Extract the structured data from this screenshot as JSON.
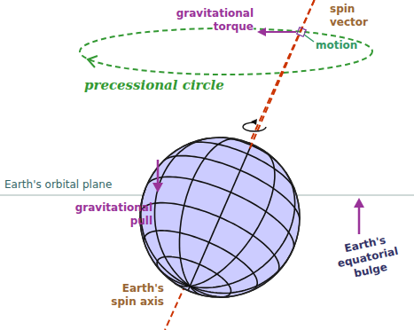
{
  "diagram": {
    "labels": [
      "spin vector",
      "gravitational torque",
      "motion",
      "precessional circle",
      "Earth's orbital plane",
      "gravitational pull",
      "Earth's equatorial bulge",
      "Earth's spin axis"
    ]
  }
}
